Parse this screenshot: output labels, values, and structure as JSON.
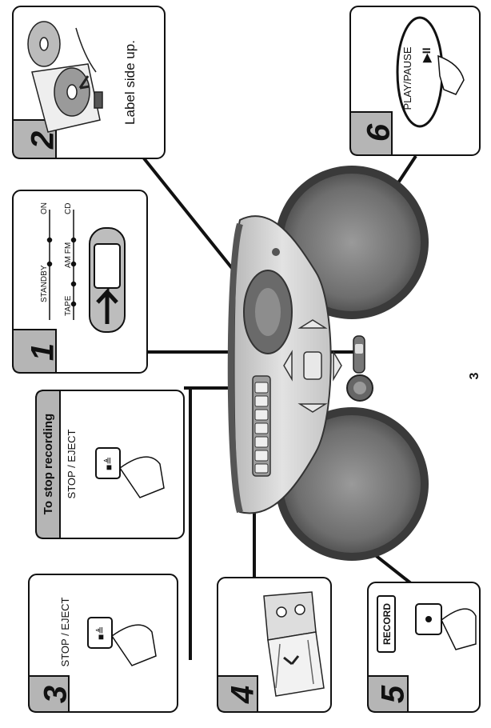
{
  "steps": {
    "step1": {
      "number": "1",
      "labels": {
        "standby": "STANDBY",
        "on": "ON",
        "tape": "TAPE",
        "am_fm": "AM FM",
        "cd": "CD"
      }
    },
    "step2": {
      "number": "2",
      "caption": "Label side up."
    },
    "step3": {
      "number": "3",
      "caption": "STOP / EJECT"
    },
    "step4": {
      "number": "4"
    },
    "step5": {
      "number": "5",
      "button_label": "RECORD"
    },
    "step6": {
      "number": "6",
      "caption": "PLAY/PAUSE"
    },
    "stop_recording": {
      "heading": "To stop recording",
      "caption": "STOP / EJECT"
    }
  },
  "page_number": "3",
  "colors": {
    "ink": "#111111",
    "tab": "#b5b5b5",
    "speaker": "#7c7c7c",
    "body": "#cfcfcf"
  }
}
